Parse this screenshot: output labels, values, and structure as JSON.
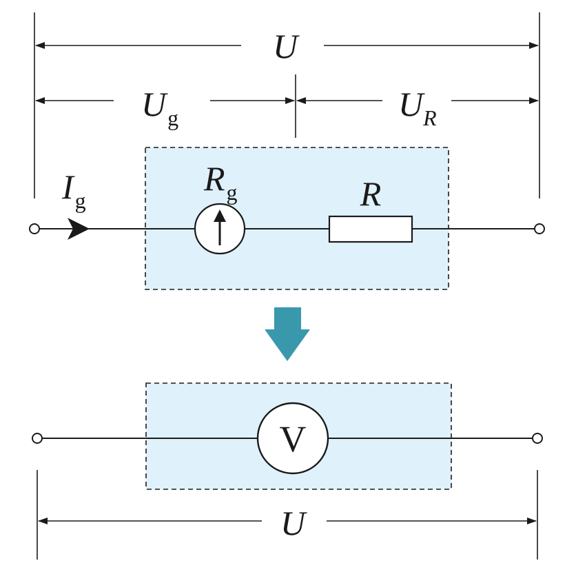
{
  "colors": {
    "box_fill": "#dff1fa",
    "arrow_fill": "#3a98ad",
    "ink": "#1a1a1a",
    "background": "#ffffff"
  },
  "labels": {
    "top_total_voltage": {
      "main": "U",
      "sub": ""
    },
    "galvanometer_voltage": {
      "main": "U",
      "sub": "g"
    },
    "resistor_voltage": {
      "main": "U",
      "sub": "R"
    },
    "current": {
      "main": "I",
      "sub": "g"
    },
    "galvanometer_resistance": {
      "main": "R",
      "sub": "g"
    },
    "series_resistor": {
      "main": "R"
    },
    "voltmeter_symbol": "V",
    "bottom_total_voltage": {
      "main": "U"
    }
  },
  "icons": {
    "conversion_arrow": "down-arrow-icon",
    "galvanometer": "galvanometer-icon",
    "voltmeter": "voltmeter-icon",
    "resistor": "resistor-icon"
  }
}
